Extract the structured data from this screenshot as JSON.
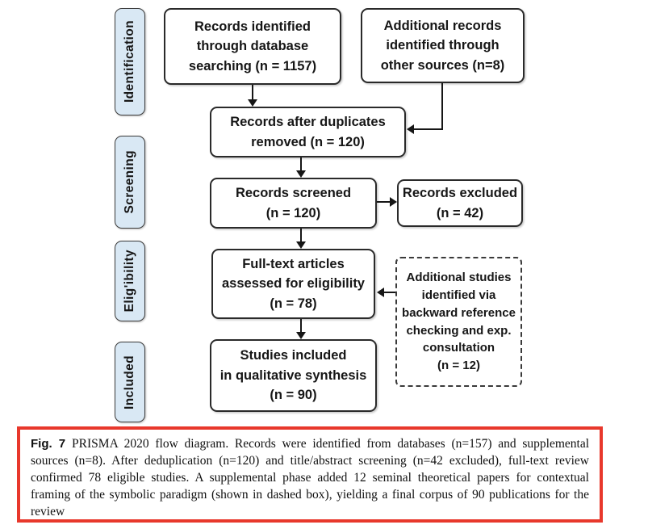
{
  "sidebar": {
    "items": [
      {
        "label": "Identification"
      },
      {
        "label": "Screening"
      },
      {
        "label": "Elig'ibility"
      },
      {
        "label": "Included"
      }
    ]
  },
  "flow": {
    "records_identified": {
      "lines": [
        "Records identified",
        "through database",
        "searching (n = 1157)"
      ]
    },
    "additional_records": {
      "lines": [
        "Additional records",
        "identified through",
        "other sources (n=8)"
      ]
    },
    "after_duplicates": {
      "lines": [
        "Records after duplicates",
        "removed (n = 120)"
      ]
    },
    "records_screened": {
      "lines": [
        "Records screened",
        "(n = 120)"
      ]
    },
    "records_excluded": {
      "lines": [
        "Records excluded",
        "(n = 42)"
      ]
    },
    "fulltext_assessed": {
      "lines": [
        "Full-text articles",
        "assessed for eligibility",
        "(n = 78)"
      ]
    },
    "supplemental_studies": {
      "lines": [
        "Additional studies",
        "identified via",
        "backward reference",
        "checking and exp.",
        "consultation",
        "(n = 12)"
      ]
    },
    "studies_included": {
      "lines": [
        "Studies included",
        "in qualitative synthesis",
        "(n = 90)"
      ]
    }
  },
  "caption": {
    "figure_label": "Fig. 7",
    "text": "PRISMA 2020 flow diagram. Records were identified from databases (n=157) and supplemental sources (n=8). After deduplication (n=120) and title/abstract screening (n=42 excluded), full-text review confirmed 78 eligible studies. A supplemental phase added 12 seminal theoretical papers for contextual framing of the symbolic paradigm (shown in dashed box), yielding a final corpus of 90 publications for the review"
  },
  "colors": {
    "stage_fill": "#d9e8f4",
    "box_border": "#2a2a2a",
    "arrow": "#161616",
    "caption_border": "#e8382c"
  }
}
